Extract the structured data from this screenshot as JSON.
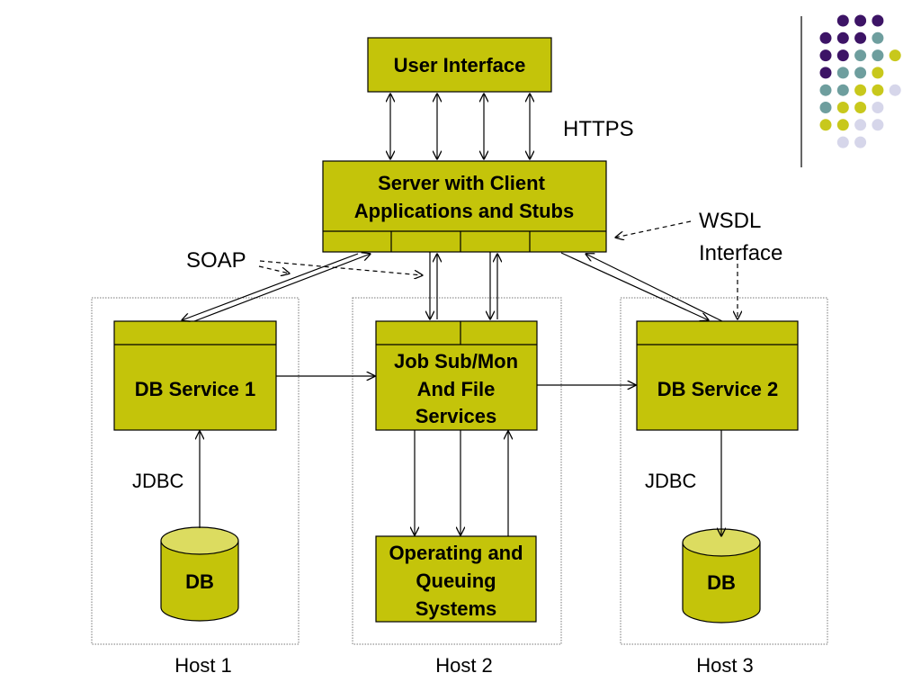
{
  "colors": {
    "box_fill": "#c4c40a",
    "db_top": "#dcdc60",
    "dot_purple": "#3d1466",
    "dot_teal": "#6e9e9e",
    "dot_yellow": "#c8c81c",
    "dot_lavender": "#d6d6ea",
    "text": "#000000"
  },
  "boxes": {
    "user_interface": "User Interface",
    "server": [
      "Server with Client",
      "Applications and Stubs"
    ],
    "db_service_1": "DB Service 1",
    "job_sub": [
      "Job Sub/Mon",
      "And File",
      "Services"
    ],
    "db_service_2": "DB Service 2",
    "operating": [
      "Operating and",
      "Queuing",
      "Systems"
    ]
  },
  "databases": {
    "db1": "DB",
    "db2": "DB"
  },
  "labels": {
    "https": "HTTPS",
    "soap": "SOAP",
    "wsdl": [
      "WSDL",
      "Interface"
    ],
    "jdbc_left": "JDBC",
    "jdbc_right": "JDBC"
  },
  "hosts": {
    "host1": "Host 1",
    "host2": "Host 2",
    "host3": "Host 3"
  },
  "decoration": {
    "dot_grid": [
      [
        "purple",
        "purple",
        "purple"
      ],
      [
        "purple",
        "purple",
        "purple",
        "teal"
      ],
      [
        "purple",
        "purple",
        "teal",
        "teal",
        "yellow"
      ],
      [
        "purple",
        "teal",
        "teal",
        "yellow"
      ],
      [
        "teal",
        "teal",
        "yellow",
        "yellow",
        "lavender"
      ],
      [
        "teal",
        "yellow",
        "yellow",
        "lavender"
      ],
      [
        "yellow",
        "yellow",
        "lavender",
        "lavender"
      ],
      [
        "lavender",
        "lavender"
      ]
    ]
  }
}
